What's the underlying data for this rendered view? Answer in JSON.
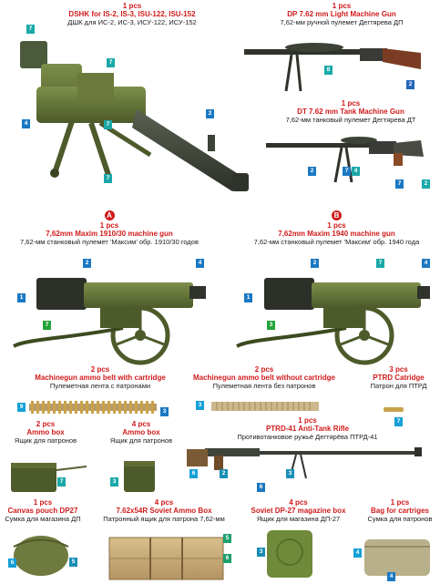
{
  "captions": {
    "dshk": {
      "qty": "1 pcs",
      "title": "DSHK for IS-2, IS-3,  ISU-122,  ISU-152",
      "ru": "ДШК для ИС-2, ИС-3, ИСУ-122, ИСУ-152"
    },
    "dp": {
      "qty": "1 pcs",
      "title": "DP 7.62 mm Light Machine Gun",
      "ru": "7,62-мм ручной пулемет Дегтярева ДП"
    },
    "dt": {
      "qty": "1 pcs",
      "title": "DT 7.62 mm Tank Machine Gun",
      "ru": "7,62-мм танковый пулемет Дегтярева ДТ"
    },
    "maxim1910": {
      "marker": "A",
      "qty": "1 pcs",
      "title": "7,62mm Maxim 1910/30 machine gun",
      "ru": "7,62-мм станковый пулемет 'Максим' обр. 1910/30 годов"
    },
    "maxim1940": {
      "marker": "B",
      "qty": "1 pcs",
      "title": "7,62mm Maxim 1940 machine gun",
      "ru": "7,62-мм станковый пулемет 'Максим' обр. 1940 года"
    },
    "belt_cart": {
      "qty": "2 pcs",
      "title": "Machinegun ammo belt with cartridge",
      "ru": "Пулеметная лента с патронами"
    },
    "belt_empty": {
      "qty": "2 pcs",
      "title": "Machinegun ammo belt  without cartridge",
      "ru": "Пулеметная лента без патронов"
    },
    "ptrd_cart": {
      "qty": "3 pcs",
      "title": "PTRD Catridge",
      "ru": "Патрон для ПТРД"
    },
    "ammo_box_a": {
      "qty": "2 pcs",
      "title": "Ammo box",
      "ru": "Ящик для патронов"
    },
    "ammo_box_b": {
      "qty": "4 pcs",
      "title": "Ammo box",
      "ru": "Ящик для патронов"
    },
    "ptrd41": {
      "qty": "1 pcs",
      "title": "PTRD-41 Anti-Tank Rifle",
      "ru": "Противотанковое ружьё Дегтярёва ПТРД-41"
    },
    "pouch_dp27": {
      "qty": "1 pcs",
      "title": "Canvas pouch DP27",
      "ru": "Сумка для магазина ДП"
    },
    "soviet_box": {
      "qty": "4 pcs",
      "title": "7.62x54R Soviet Ammo Box",
      "ru": "Патронный ящик для патрона 7,62-мм"
    },
    "dp27_mag_box": {
      "qty": "4 pcs",
      "title": "Soviet DP-27 magazine box",
      "ru": "Ящик для магазина ДП-27"
    },
    "bag_cart": {
      "qty": "1 pcs",
      "title": "Bag for cartriges",
      "ru": "Сумка для патронов"
    }
  },
  "colors": {
    "c1": "#23a33a",
    "c2": "#1a78c2",
    "c3": "#16a0d8",
    "c4": "#1a78c2",
    "c5": "#1ea06e",
    "c6": "#1a8fb5",
    "c7": "#1ba8a8",
    "c8": "#2566b8",
    "c9": "#1a78c2",
    "title_red": "#d11a1a"
  },
  "callouts": [
    "7",
    "7",
    "4",
    "7",
    "2",
    "7",
    "8",
    "2",
    "2",
    "7",
    "4",
    "7",
    "2",
    "2",
    "4",
    "1",
    "7",
    "2",
    "7",
    "4",
    "1",
    "3",
    "9",
    "3",
    "3",
    "7",
    "7",
    "3",
    "6",
    "2",
    "6",
    "3",
    "6",
    "5",
    "5",
    "6",
    "3",
    "4",
    "4"
  ]
}
